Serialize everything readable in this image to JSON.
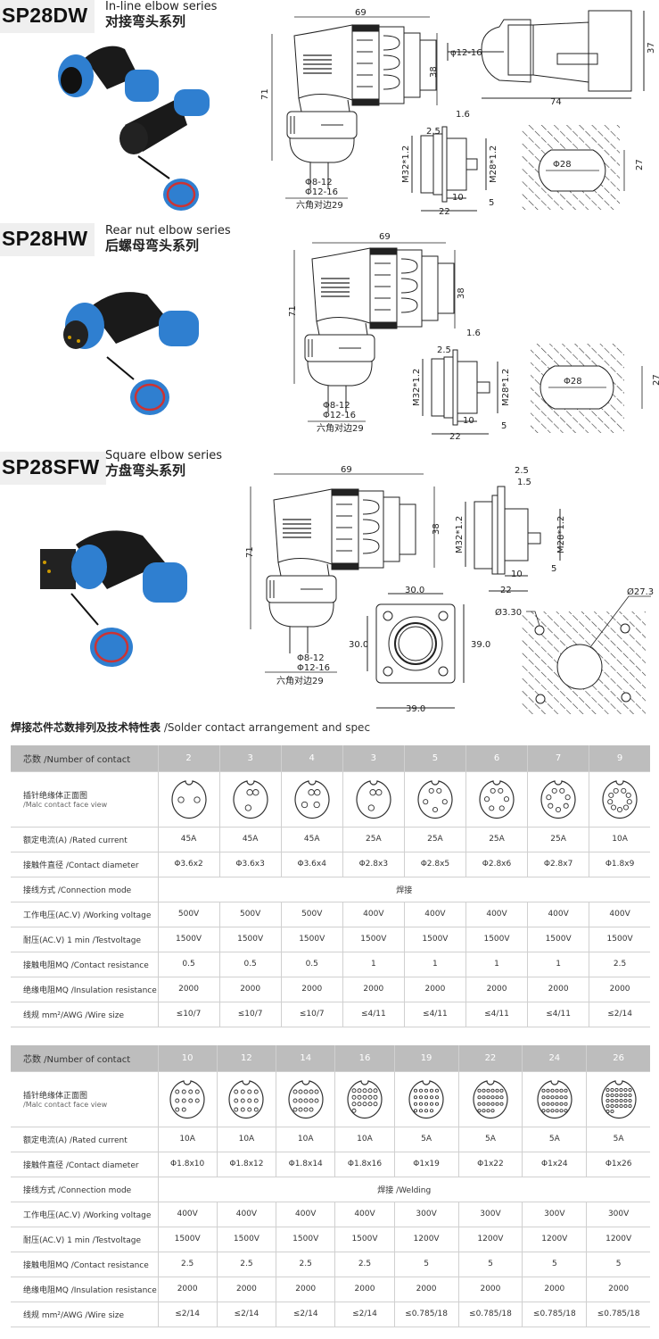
{
  "sections": [
    {
      "model": "SP28DW",
      "en": "In-line elbow series",
      "cn": "对接弯头系列",
      "dims": {
        "w69": "69",
        "h71": "71",
        "h38": "38",
        "cable": "φ12-16",
        "h37": "37",
        "w74": "74",
        "t16": "1.6",
        "t25": "2.5",
        "m32": "M32*1.2",
        "m28": "M28*1.2",
        "d10": "10",
        "d22": "22",
        "d5": "5",
        "hole": "Φ28",
        "h27": "27",
        "c1": "Φ8-12",
        "c2": "Φ12-16",
        "hex": "六角对边29"
      }
    },
    {
      "model": "SP28HW",
      "en": "Rear nut elbow series",
      "cn": "后螺母弯头系列",
      "dims": {
        "w69": "69",
        "h71": "71",
        "h38": "38",
        "t16": "1.6",
        "t25": "2.5",
        "m32": "M32*1.2",
        "m28": "M28*1.2",
        "d10": "10",
        "d22": "22",
        "d5": "5",
        "hole": "Φ28",
        "h27": "27",
        "c1": "Φ8-12",
        "c2": "Φ12-16",
        "hex": "六角对边29"
      }
    },
    {
      "model": "SP28SFW",
      "en": "Square elbow series",
      "cn": "方盘弯头系列",
      "dims": {
        "w69": "69",
        "h71": "71",
        "h38": "38",
        "t25": "2.5",
        "t15": "1.5",
        "m32": "M32*1.2",
        "m28": "M28*1.2",
        "d10": "10",
        "d22": "22",
        "d5": "5",
        "fw": "30.0",
        "fh": "30.0",
        "ow": "39.0",
        "oh": "39.0",
        "screw": "Ø3.30",
        "hole": "Ø27.3",
        "c1": "Φ8-12",
        "c2": "Φ12-16",
        "hex": "六角对边29"
      }
    }
  ],
  "spec_title": {
    "cn": "焊接芯件芯数排列及技术特性表",
    "en": " /Solder contact arrangement and spec"
  },
  "colors": {
    "header": "#bdbdbd",
    "blue": "#2f7fd0",
    "black": "#1a1a1a"
  },
  "tables": [
    {
      "header_label": "芯数  /Number of contact",
      "contacts": [
        "2",
        "3",
        "4",
        "3",
        "5",
        "6",
        "7",
        "9"
      ],
      "face_cn": "插针绝缘体正面图",
      "face_en": "/Malc contact face view",
      "rows": [
        {
          "label": "额定电流(A)  /Rated current",
          "values": [
            "45A",
            "45A",
            "45A",
            "25A",
            "25A",
            "25A",
            "25A",
            "10A"
          ]
        },
        {
          "label": "接触件直径  /Contact diameter",
          "values": [
            "Φ3.6x2",
            "Φ3.6x3",
            "Φ3.6x4",
            "Φ2.8x3",
            "Φ2.8x5",
            "Φ2.8x6",
            "Φ2.8x7",
            "Φ1.8x9"
          ]
        },
        {
          "label": "接线方式  /Connection mode",
          "merged": "焊接"
        },
        {
          "label": "工作电压(AC.V)  /Working voltage",
          "values": [
            "500V",
            "500V",
            "500V",
            "400V",
            "400V",
            "400V",
            "400V",
            "400V"
          ]
        },
        {
          "label": "耐压(AC.V) 1 min  /Testvoltage",
          "values": [
            "1500V",
            "1500V",
            "1500V",
            "1500V",
            "1500V",
            "1500V",
            "1500V",
            "1500V"
          ]
        },
        {
          "label": "接触电阻MQ  /Contact resistance",
          "values": [
            "0.5",
            "0.5",
            "0.5",
            "1",
            "1",
            "1",
            "1",
            "2.5"
          ]
        },
        {
          "label": "绝缘电阻MQ  /Insulation resistance",
          "values": [
            "2000",
            "2000",
            "2000",
            "2000",
            "2000",
            "2000",
            "2000",
            "2000"
          ]
        },
        {
          "label": "线规 mm²/AWG  /Wire size",
          "values": [
            "≤10/7",
            "≤10/7",
            "≤10/7",
            "≤4/11",
            "≤4/11",
            "≤4/11",
            "≤4/11",
            "≤2/14"
          ]
        }
      ]
    },
    {
      "header_label": "芯数  /Number of contact",
      "contacts": [
        "10",
        "12",
        "14",
        "16",
        "19",
        "22",
        "24",
        "26"
      ],
      "face_cn": "插针绝缘体正面图",
      "face_en": "/Malc contact face view",
      "rows": [
        {
          "label": "额定电流(A)  /Rated current",
          "values": [
            "10A",
            "10A",
            "10A",
            "10A",
            "5A",
            "5A",
            "5A",
            "5A"
          ]
        },
        {
          "label": "接触件直径  /Contact diameter",
          "values": [
            "Φ1.8x10",
            "Φ1.8x12",
            "Φ1.8x14",
            "Φ1.8x16",
            "Φ1x19",
            "Φ1x22",
            "Φ1x24",
            "Φ1x26"
          ]
        },
        {
          "label": "接线方式  /Connection mode",
          "merged": "焊接 /Welding"
        },
        {
          "label": "工作电压(AC.V)  /Working voltage",
          "values": [
            "400V",
            "400V",
            "400V",
            "400V",
            "300V",
            "300V",
            "300V",
            "300V"
          ]
        },
        {
          "label": "耐压(AC.V) 1 min  /Testvoltage",
          "values": [
            "1500V",
            "1500V",
            "1500V",
            "1500V",
            "1200V",
            "1200V",
            "1200V",
            "1200V"
          ]
        },
        {
          "label": "接触电阻MQ  /Contact resistance",
          "values": [
            "2.5",
            "2.5",
            "2.5",
            "2.5",
            "5",
            "5",
            "5",
            "5"
          ]
        },
        {
          "label": "绝缘电阻MQ  /Insulation resistance",
          "values": [
            "2000",
            "2000",
            "2000",
            "2000",
            "2000",
            "2000",
            "2000",
            "2000"
          ]
        },
        {
          "label": "线规 mm²/AWG  /Wire size",
          "values": [
            "≤2/14",
            "≤2/14",
            "≤2/14",
            "≤2/14",
            "≤0.785/18",
            "≤0.785/18",
            "≤0.785/18",
            "≤0.785/18"
          ]
        }
      ]
    }
  ]
}
